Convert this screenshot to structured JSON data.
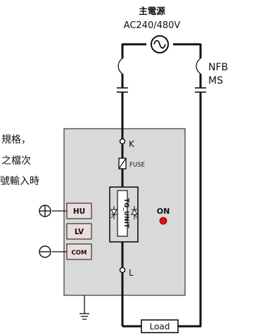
{
  "source": {
    "name": "主電源",
    "voltage": "AC240/480V"
  },
  "breakers": {
    "nfb": "NFB",
    "ms": "MS"
  },
  "note_fragments": [
    "規格，",
    "之檔次",
    "號輸入時"
  ],
  "module": {
    "terminal_k": "K",
    "fuse": "FUSE",
    "unit": "TG_UNIT",
    "indicator": "ON",
    "terminal_l": "L",
    "inputs": [
      "HU",
      "LV",
      "COM"
    ],
    "indicator_color": "#e01010",
    "panel_color": "#d9d9d9",
    "input_box_color": "#ecdcdc",
    "input_text_color": "#7a2020"
  },
  "load": "Load"
}
